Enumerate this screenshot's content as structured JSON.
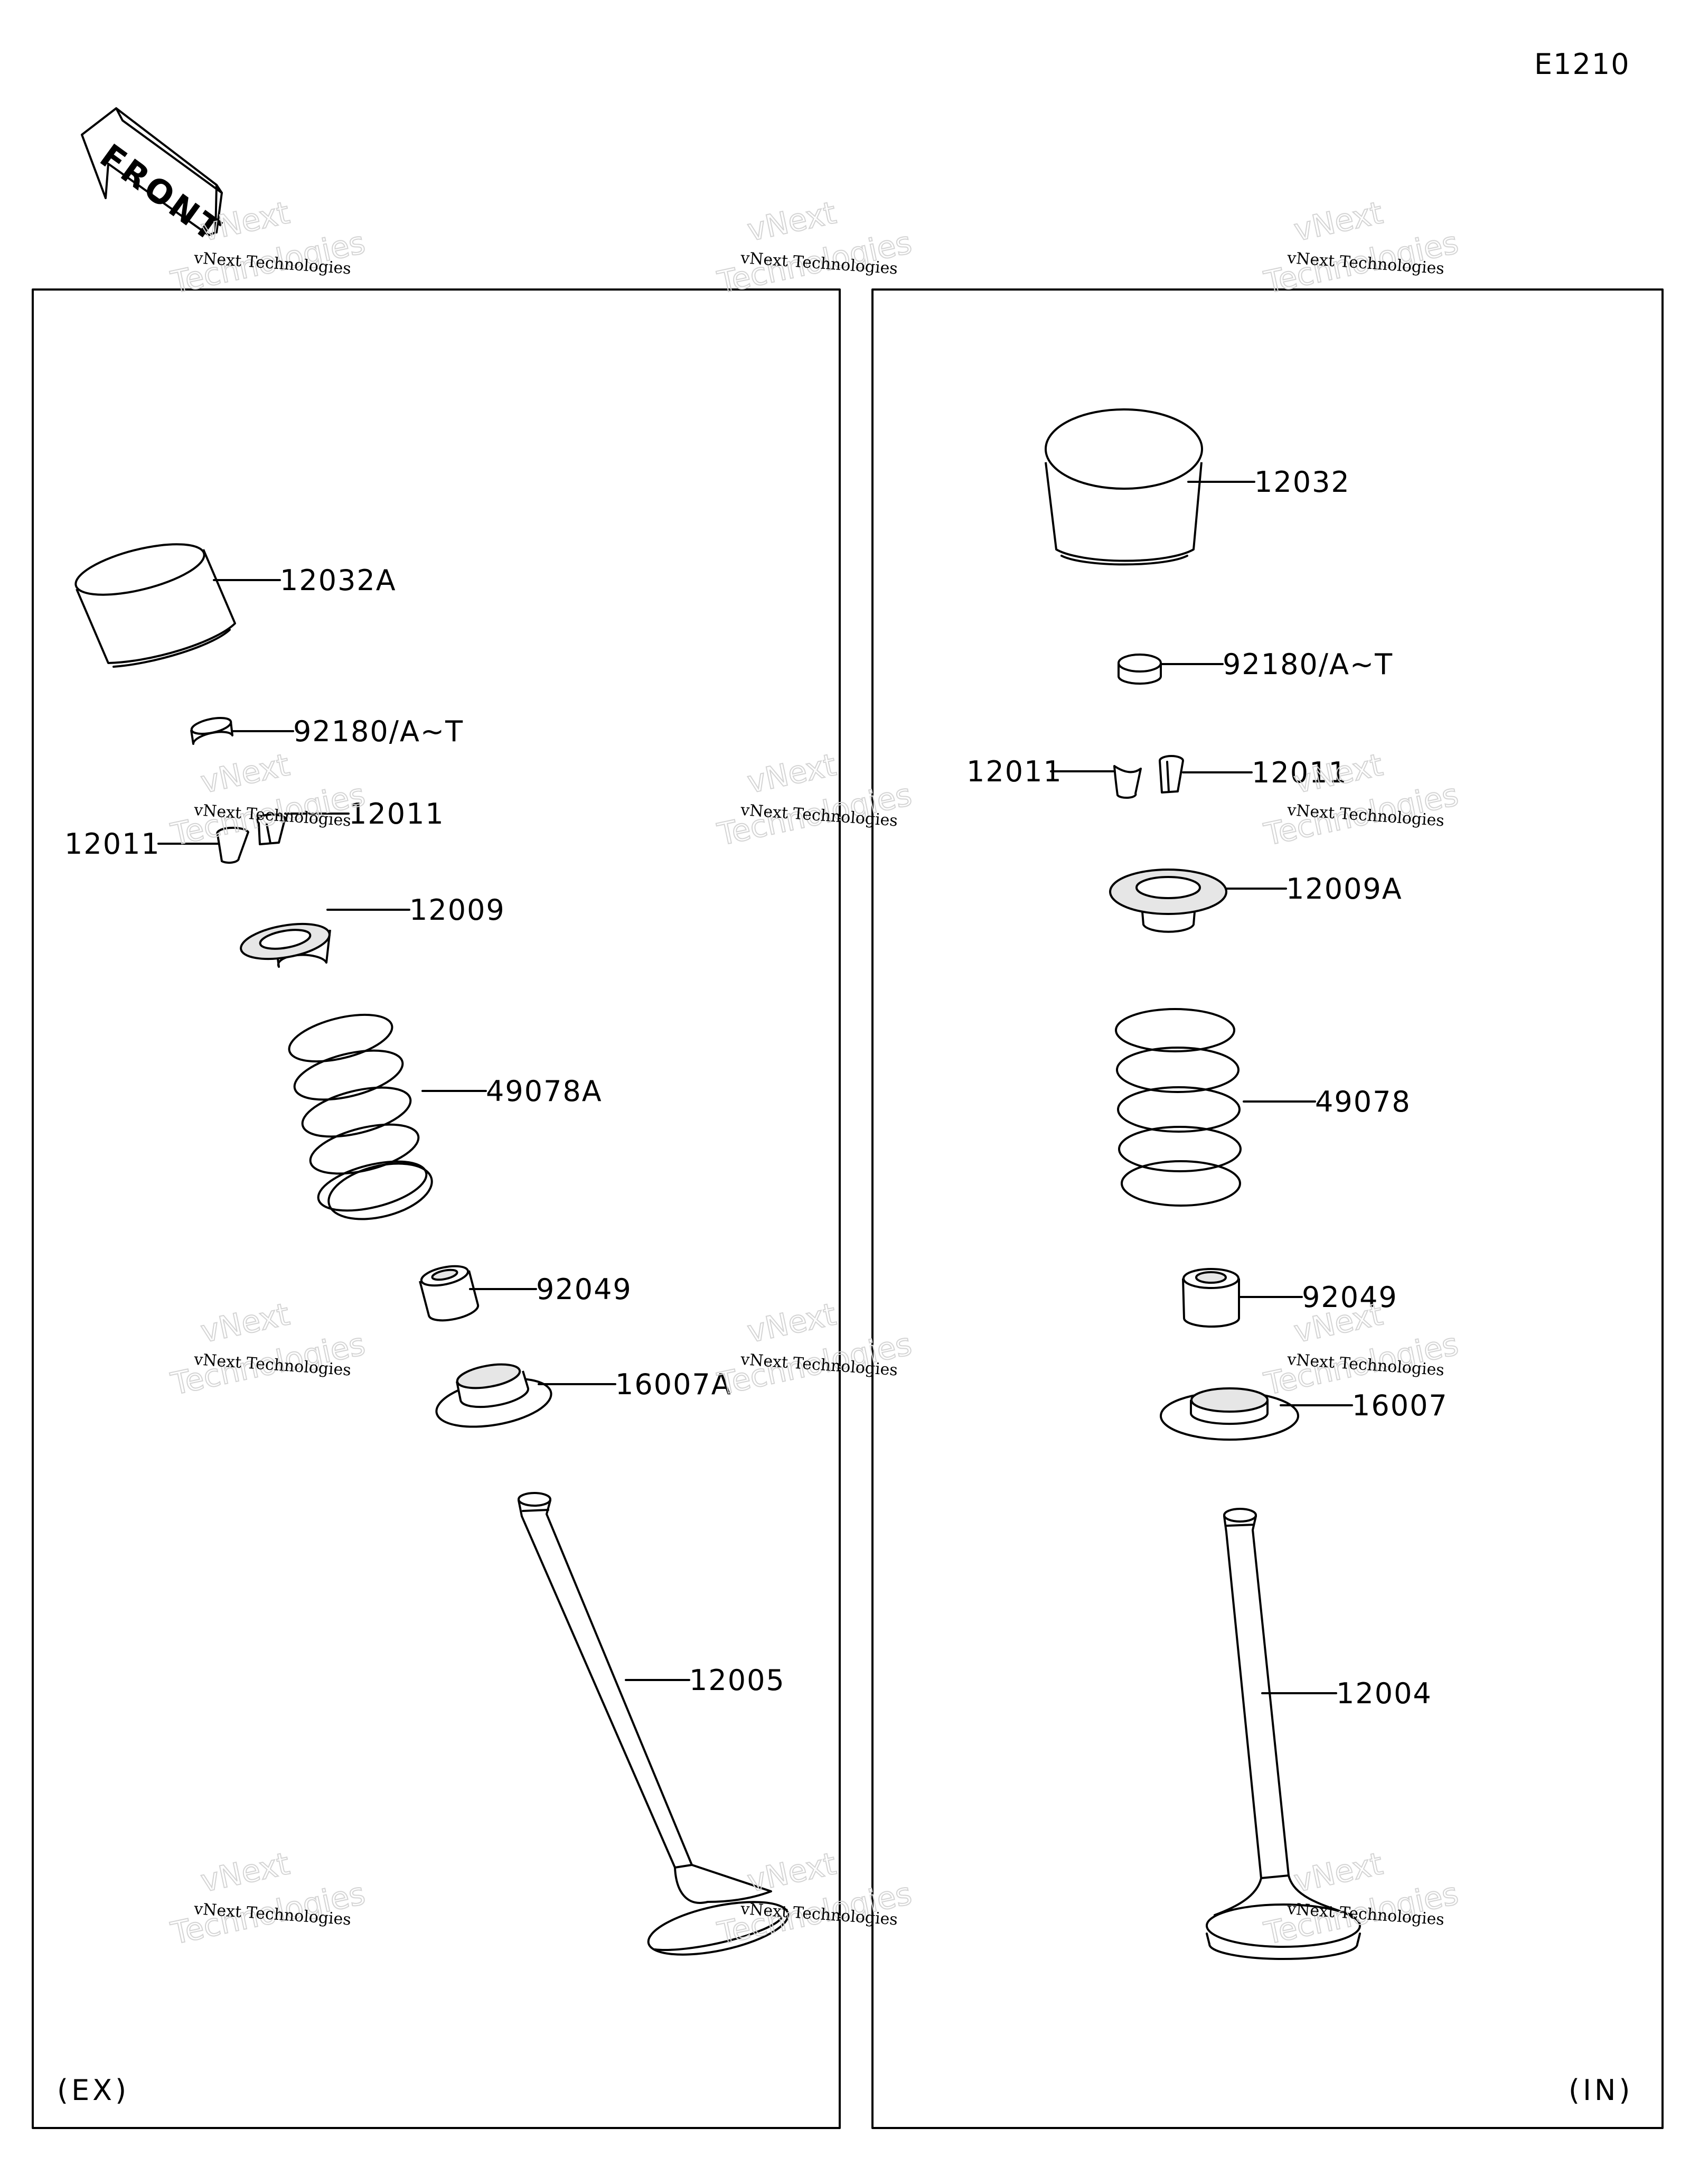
{
  "diagram_code": "E1210",
  "front_label": "FRONT",
  "panels": {
    "exhaust": {
      "tag": "(EX)"
    },
    "intake": {
      "tag": "(IN)"
    }
  },
  "parts": {
    "ex_tappet": "12032A",
    "ex_shim": "92180/A~T",
    "ex_cotter_right": "12011",
    "ex_cotter_left": "12011",
    "ex_retainer": "12009",
    "ex_spring": "49078A",
    "ex_seal": "92049",
    "ex_seat": "16007A",
    "ex_valve": "12005",
    "in_tappet": "12032",
    "in_shim": "92180/A~T",
    "in_cotter_left": "12011",
    "in_cotter_right": "12011",
    "in_retainer": "12009A",
    "in_spring": "49078",
    "in_seal": "92049",
    "in_seat": "16007",
    "in_valve": "12004"
  },
  "watermark": {
    "line1": "vNext Technologies",
    "line2": "Technologies",
    "line3": "vNext"
  }
}
